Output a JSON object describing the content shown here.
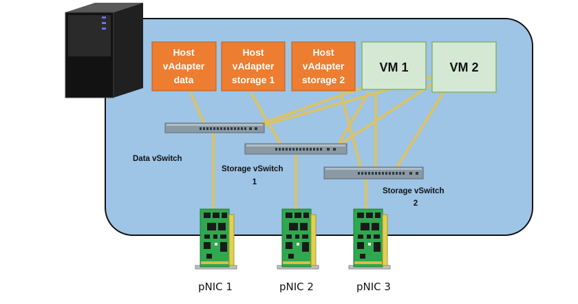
{
  "host_adapters": [
    {
      "lines": [
        "Host",
        "vAdapter",
        "data"
      ]
    },
    {
      "lines": [
        "Host",
        "vAdapter",
        "storage 1"
      ]
    },
    {
      "lines": [
        "Host",
        "vAdapter",
        "storage 2"
      ]
    }
  ],
  "vms": [
    {
      "label": "VM 1"
    },
    {
      "label": "VM 2"
    }
  ],
  "vswitches": [
    {
      "lines": [
        "Data vSwitch"
      ]
    },
    {
      "lines": [
        "Storage vSwitch",
        "1"
      ]
    },
    {
      "lines": [
        "Storage vSwitch",
        "2"
      ]
    }
  ],
  "pnics": [
    {
      "label": "pNIC 1"
    },
    {
      "label": "pNIC 2"
    },
    {
      "label": "pNIC 3"
    }
  ],
  "colors": {
    "host_panel": "#9ec4e6",
    "host_panel_border": "#111111",
    "host_adapter": "#ed7d31",
    "vm_box": "#d5e8d4",
    "vm_border": "#82b366",
    "link": "#d9c36a",
    "switch": "#8a9aa5",
    "nic_board": "#2fa84f"
  },
  "icons": [
    "server-icon",
    "switch-icon",
    "network-card-icon"
  ]
}
